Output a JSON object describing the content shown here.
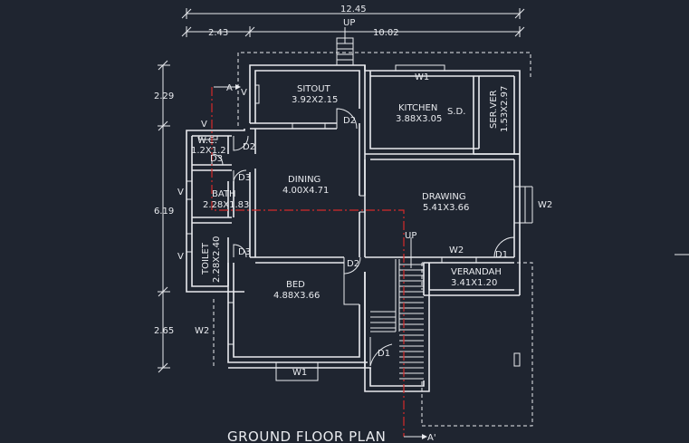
{
  "plan_title": "GROUND FLOOR PLAN",
  "dims": {
    "overall": "12.45",
    "left_width": "2.43",
    "right_width": "10.02",
    "v1": "2.29",
    "v2": "6.19",
    "v3": "2.65"
  },
  "rooms": {
    "sitout": {
      "name": "SITOUT",
      "size": "3.92X2.15"
    },
    "kitchen": {
      "name": "KITCHEN",
      "size": "3.88X3.05"
    },
    "sd": "S.D.",
    "server": {
      "name": "SER.VER",
      "size": "1.53X2.97"
    },
    "wc": {
      "name": "W.C.",
      "size": "1.2X1.2"
    },
    "dining": {
      "name": "DINING",
      "size": "4.00X4.71"
    },
    "bath": {
      "name": "BATH",
      "size": "2.28X1.83"
    },
    "drawing": {
      "name": "DRAWING",
      "size": "5.41X3.66"
    },
    "toilet": {
      "name": "TOILET",
      "size": "2.28X2.40"
    },
    "bed": {
      "name": "BED",
      "size": "4.88X3.66"
    },
    "verandah": {
      "name": "VERANDAH",
      "size": "3.41X1.20"
    }
  },
  "tags": {
    "up_top": "UP",
    "up_stair": "UP",
    "section_a": "A",
    "section_a_prime": "A'",
    "d1": "D1",
    "d2": "D2",
    "d3": "D3",
    "w1": "W1",
    "w2": "W2",
    "v": "V"
  },
  "colors": {
    "background": "#1f2530",
    "lines": "#e8eaee",
    "section_line": "#d42a2a"
  }
}
